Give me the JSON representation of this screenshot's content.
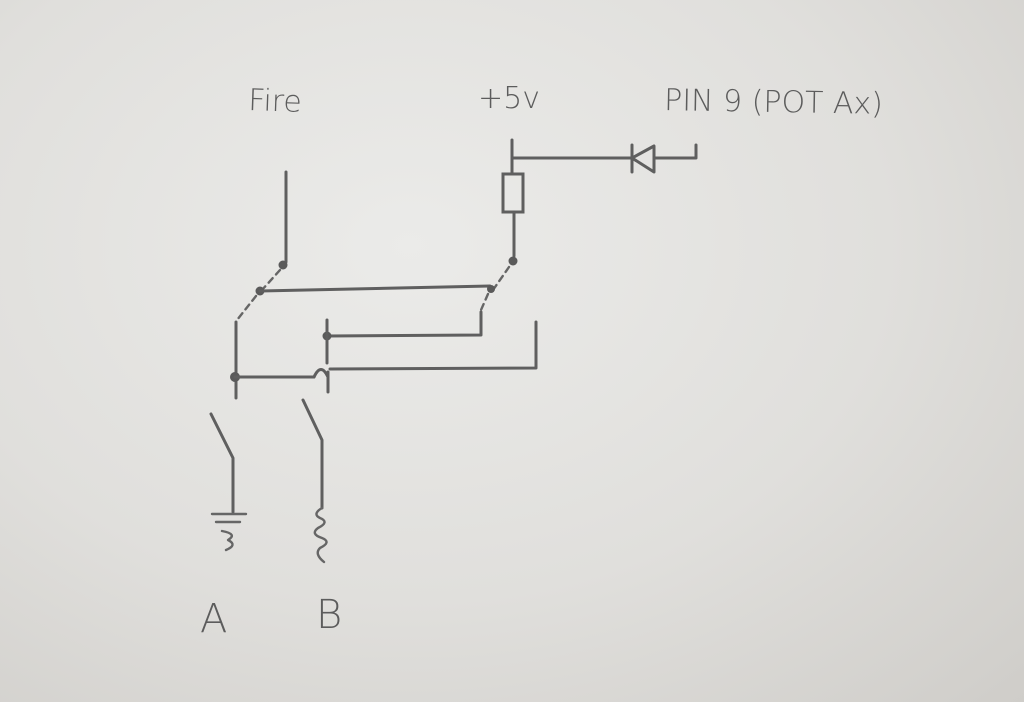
{
  "labels": {
    "fire": "Fire",
    "vcc": "+5v",
    "pin": "PIN 9 (POT Ax)",
    "a": "A",
    "b": "B"
  },
  "colors": {
    "ink": "#5f5f5f",
    "paper": "#e4e3e0"
  }
}
